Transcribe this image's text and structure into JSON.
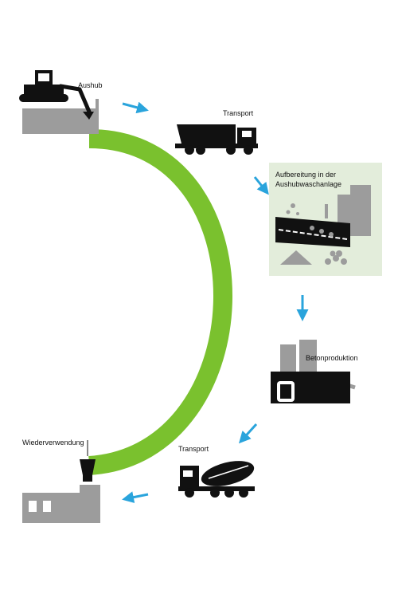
{
  "labels": {
    "aushub": "Aushub",
    "transport_top": "Transport",
    "aufbereitung_line1": "Aufbereitung in der",
    "aufbereitung_line2": "Aushubwaschanlage",
    "betonproduktion": "Betonproduktion",
    "transport_bottom": "Transport",
    "wiederverwendung": "Wiederverwendung"
  },
  "colors": {
    "cycle_arc": "#7ac12e",
    "arrows": "#2aa4dc",
    "grey": "#9c9c9c",
    "dark": "#111111",
    "panel_bg": "#e3eddb"
  },
  "icons": [
    "excavator-icon",
    "dump-truck-icon",
    "washing-plant-icon",
    "concrete-plant-icon",
    "mixer-truck-icon",
    "building-icon"
  ]
}
